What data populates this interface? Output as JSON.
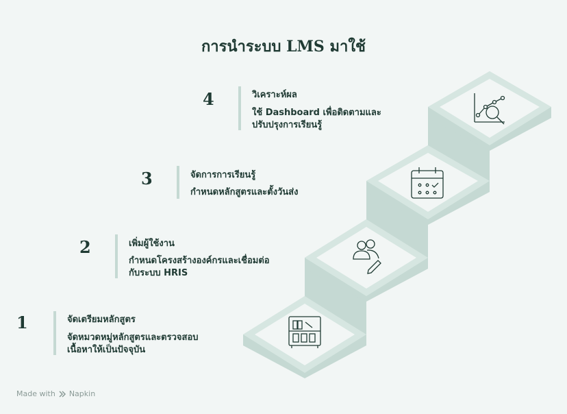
{
  "title": "การนำระบบ LMS มาใช้",
  "steps": [
    {
      "number": "1",
      "title": "จัดเตรียมหลักสูตร",
      "description": "จัดหมวดหมู่หลักสูตรและตรวจสอบ\nเนื้อหาให้เป็นปัจจุบัน",
      "icon": "bookshelf-icon"
    },
    {
      "number": "2",
      "title": "เพิ่มผู้ใช้งาน",
      "description": "กำหนดโครงสร้างองค์กรและเชื่อมต่อ\nกับระบบ HRIS",
      "icon": "users-edit-icon"
    },
    {
      "number": "3",
      "title": "จัดการการเรียนรู้",
      "description": "กำหนดหลักสูตรและตั้งวันส่ง",
      "icon": "calendar-icon"
    },
    {
      "number": "4",
      "title": "วิเคราะห์ผล",
      "description": "ใช้ Dashboard เพื่อติดตามและ\nปรับปรุงการเรียนรู้",
      "icon": "analytics-search-icon"
    }
  ],
  "footer": {
    "made_with": "Made with",
    "brand": "Napkin"
  },
  "colors": {
    "stair_light": "#c5d9d3",
    "stair_face": "#d6e6e1",
    "stair_top": "#eaf2ef",
    "text": "#1f3a33"
  }
}
